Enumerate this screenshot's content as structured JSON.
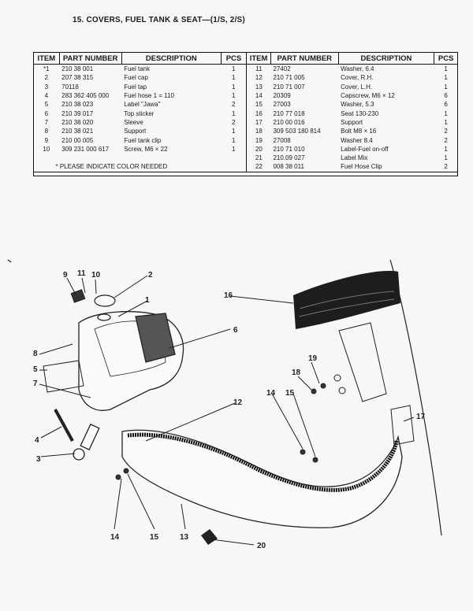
{
  "title": "15. COVERS, FUEL TANK & SEAT—(1/S, 2/S)",
  "headers": [
    "ITEM",
    "PART NUMBER",
    "DESCRIPTION",
    "PCS",
    "ITEM",
    "PART NUMBER",
    "DESCRIPTION",
    "PCS"
  ],
  "left_rows": [
    {
      "item": "*1",
      "part": "210 38 001",
      "desc": "Fuel tank",
      "pcs": "1"
    },
    {
      "item": "2",
      "part": "207 38 315",
      "desc": "Fuel cap",
      "pcs": "1"
    },
    {
      "item": "3",
      "part": "70118",
      "desc": "Fuel tap",
      "pcs": "1"
    },
    {
      "item": "4",
      "part": "283 362 405 000",
      "desc": "Fuel hose 1 = 110",
      "pcs": "1"
    },
    {
      "item": "5",
      "part": "210 38 023",
      "desc": "Label \"Jawa\"",
      "pcs": "2"
    },
    {
      "item": "6",
      "part": "210 39 017",
      "desc": "Top sticker",
      "pcs": "1"
    },
    {
      "item": "7",
      "part": "210 38 020",
      "desc": "Sleeve",
      "pcs": "2"
    },
    {
      "item": "8",
      "part": "210 38 021",
      "desc": "Support",
      "pcs": "1"
    },
    {
      "item": "9",
      "part": "210 00 005",
      "desc": "Fuel tank clip",
      "pcs": "1"
    },
    {
      "item": "10",
      "part": "309 231 000 617",
      "desc": "Screw, M6 × 22",
      "pcs": "1"
    }
  ],
  "right_rows": [
    {
      "item": "11",
      "part": "27402",
      "desc": "Washer, 6.4",
      "pcs": "1"
    },
    {
      "item": "12",
      "part": "210 71 005",
      "desc": "Cover, R.H.",
      "pcs": "1"
    },
    {
      "item": "13",
      "part": "210 71 007",
      "desc": "Cover, L.H.",
      "pcs": "1"
    },
    {
      "item": "14",
      "part": "20309",
      "desc": "Capscrew, M6 × 12",
      "pcs": "6"
    },
    {
      "item": "15",
      "part": "27003",
      "desc": "Washer, 5.3",
      "pcs": "6"
    },
    {
      "item": "16",
      "part": "210 77 018",
      "desc": "Seat 130-230",
      "pcs": "1"
    },
    {
      "item": "17",
      "part": "210 00 016",
      "desc": "Support",
      "pcs": "1"
    },
    {
      "item": "18",
      "part": "309 503 180 814",
      "desc": "Bolt M8 × 16",
      "pcs": "2"
    },
    {
      "item": "19",
      "part": "27008",
      "desc": "Washer 8.4",
      "pcs": "2"
    },
    {
      "item": "20",
      "part": "210 71 010",
      "desc": "Label-Fuel on-off",
      "pcs": "1"
    },
    {
      "item": "21",
      "part": "210.09 027",
      "desc": "Label Mix",
      "pcs": "1"
    },
    {
      "item": "22",
      "part": "008 38 011",
      "desc": "Fuel Hose Clip",
      "pcs": "2"
    }
  ],
  "note": "* PLEASE INDICATE COLOR NEEDED",
  "callouts": [
    "9",
    "11",
    "10",
    "2",
    "1",
    "16",
    "6",
    "8",
    "5",
    "7",
    "19",
    "18",
    "14",
    "15",
    "12",
    "17",
    "4",
    "3",
    "14",
    "15",
    "13",
    "20"
  ]
}
